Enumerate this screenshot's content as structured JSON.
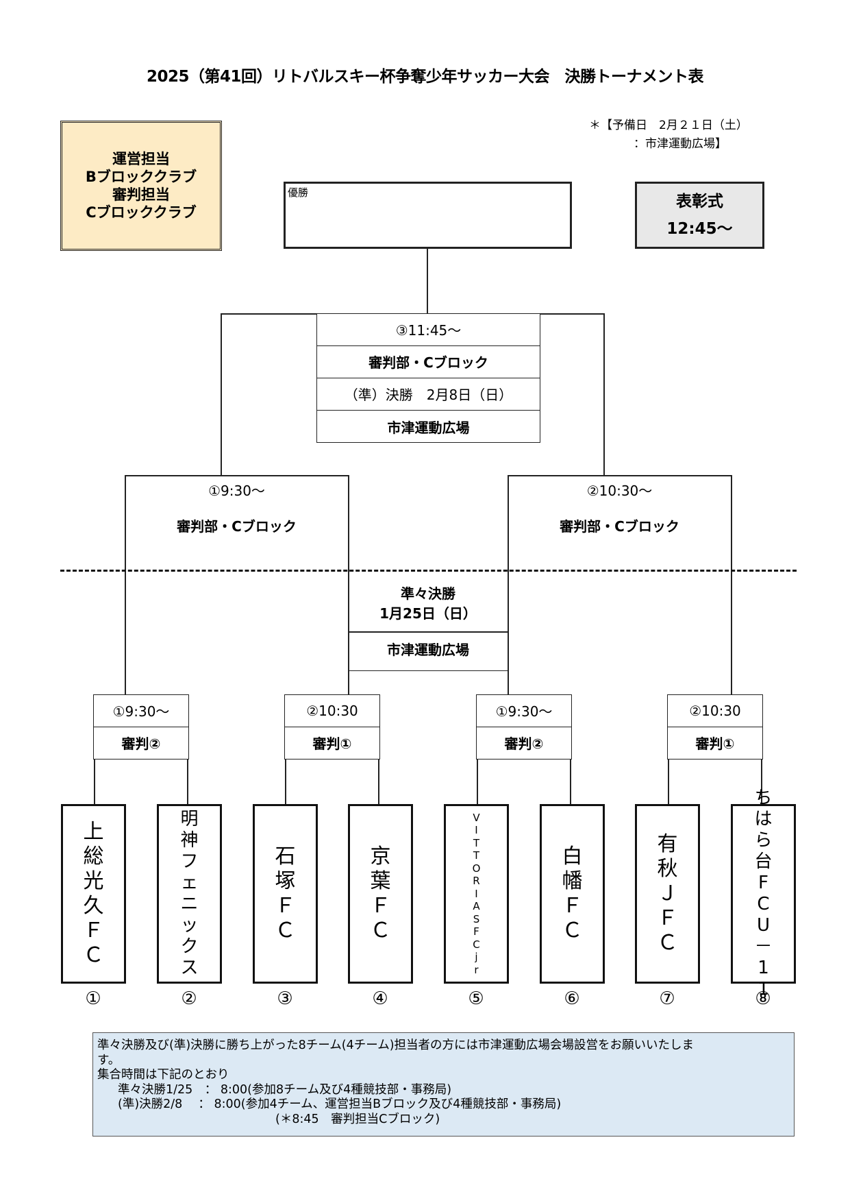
{
  "title": "2025（第41回）リトバルスキー杯争奪少年サッカー大会　決勝トーナメント表",
  "staff_box": [
    "運営担当",
    "Bブロッククラブ",
    "審判担当",
    "Cブロッククラブ"
  ],
  "reserve_day": {
    "line1": "＊【予備日　2月２１日（土）",
    "line2": "：市津運動広場】"
  },
  "winner_box": {
    "label": "優勝"
  },
  "ceremony": {
    "label": "表彰式",
    "time": "12:45〜"
  },
  "final_match": {
    "time": "③11:45〜",
    "referee": "審判部・Cブロック",
    "round_date": "（準）決勝　2月8日（日）",
    "venue": "市津運動広場"
  },
  "semi_matches": [
    {
      "time": "①9:30〜",
      "referee": "審判部・Cブロック"
    },
    {
      "time": "②10:30〜",
      "referee": "審判部・Cブロック"
    }
  ],
  "quarter_info": {
    "round": "準々決勝",
    "date": "1月25日（日）",
    "venue": "市津運動広場"
  },
  "first_round": [
    {
      "time": "①9:30〜",
      "referee": "審判②"
    },
    {
      "time": "②10:30",
      "referee": "審判①"
    },
    {
      "time": "①9:30〜",
      "referee": "審判②"
    },
    {
      "time": "②10:30",
      "referee": "審判①"
    }
  ],
  "teams": [
    {
      "name": [
        "上",
        "総",
        "光",
        "久",
        "Ｆ",
        "Ｃ"
      ],
      "number": "①"
    },
    {
      "name": [
        "明",
        "神",
        "フ",
        "ェ",
        "ニ",
        "ッ",
        "ク",
        "ス"
      ],
      "number": "②"
    },
    {
      "name": [
        "石",
        "塚",
        "Ｆ",
        "Ｃ"
      ],
      "number": "③"
    },
    {
      "name": [
        "京",
        "葉",
        "Ｆ",
        "Ｃ"
      ],
      "number": "④"
    },
    {
      "name": [
        "V",
        "I",
        "T",
        "T",
        "O",
        "R",
        "I",
        "A",
        "S",
        "F",
        "C",
        "j",
        "r"
      ],
      "number": "⑤"
    },
    {
      "name": [
        "白",
        "幡",
        "Ｆ",
        "Ｃ"
      ],
      "number": "⑥"
    },
    {
      "name": [
        "有",
        "秋",
        "Ｊ",
        "Ｆ",
        "Ｃ"
      ],
      "number": "⑦"
    },
    {
      "name": [
        "ち",
        "は",
        "ら",
        "台",
        "F",
        "C",
        "U",
        "－",
        "1",
        "1"
      ],
      "number": "⑧"
    }
  ],
  "note": {
    "line1": "準々決勝及び(準)決勝に勝ち上がった8チーム(4チーム)担当者の方には市津運動広場会場設営をお願いいたしま",
    "line2": "す。",
    "line3": "集合時間は下記のとおり",
    "line4": "準々決勝1/25　：  8:00(参加8チーム及び4種競技部・事務局)",
    "line5": "(準)決勝2/8　 ：  8:00(参加4チーム、運営担当Bブロック及び4種競技部・事務局)",
    "line6": "(＊8:45　審判担当Cブロック)"
  }
}
